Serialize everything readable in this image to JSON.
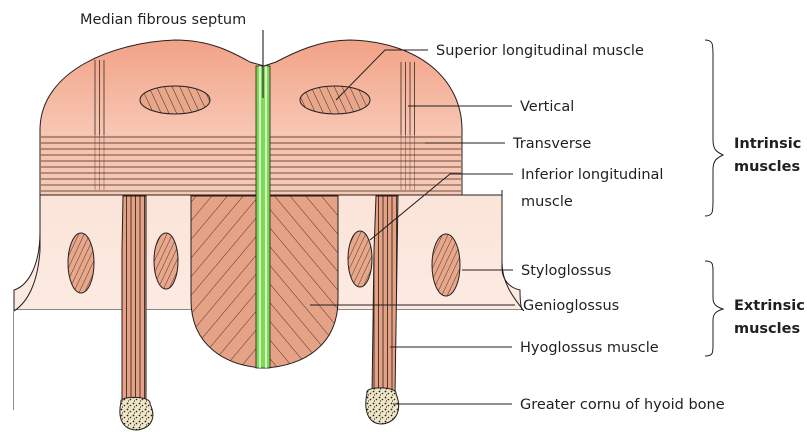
{
  "diagram": {
    "labels": {
      "median_fibrous_septum": "Median fibrous septum",
      "superior_longitudinal": "Superior longitudinal muscle",
      "vertical": "Vertical",
      "transverse": "Transverse",
      "inferior_longitudinal_line1": "Inferior longitudinal",
      "inferior_longitudinal_line2": "muscle",
      "styloglossus": "Styloglossus",
      "genioglossus": "Genioglossus",
      "hyoglossus": "Hyoglossus muscle",
      "greater_cornu": "Greater cornu of hyoid bone"
    },
    "groups": {
      "intrinsic_line1": "Intrinsic",
      "intrinsic_line2": "muscles",
      "extrinsic_line1": "Extrinsic",
      "extrinsic_line2": "muscles"
    },
    "colors": {
      "upper_gradient_top": "#f2a286",
      "upper_gradient_bottom": "#fbdfd2",
      "lower_tissue": "#fbe2d6",
      "muscle": "#e8a78b",
      "muscle_stroke": "#3a2a22",
      "septum": "#7ed957",
      "bone": "#efe6c6"
    }
  }
}
